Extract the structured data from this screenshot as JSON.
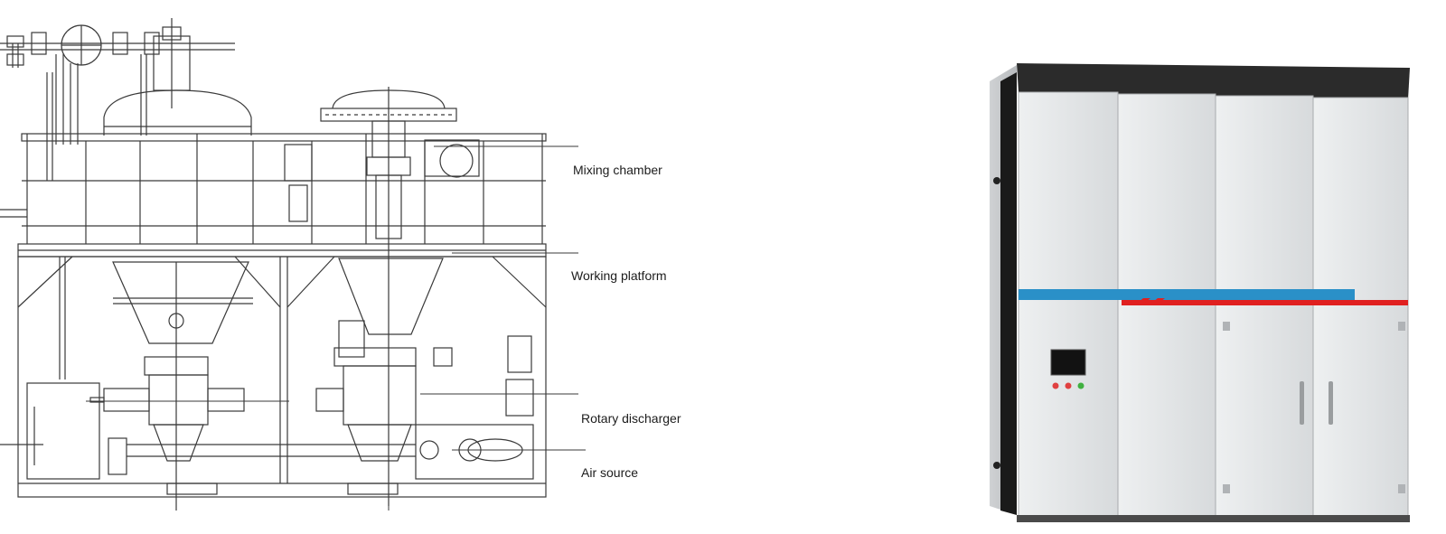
{
  "diagram": {
    "labels": {
      "mixing_chamber": "Mixing chamber",
      "working_platform": "Working platform",
      "rotary_discharger": "Rotary discharger",
      "air_source": "Air source"
    },
    "line_color": "#3a3a3a"
  },
  "product_photo": {
    "cabinet_color": "#e2e4e6",
    "roof_color": "#2b2b2b",
    "side_color": "#1a1a1a",
    "stripe_blue": "#2a90c8",
    "stripe_red": "#e02020",
    "screen_color": "#121212",
    "indicator_colors": [
      "#e04040",
      "#e04040",
      "#40b040"
    ]
  }
}
